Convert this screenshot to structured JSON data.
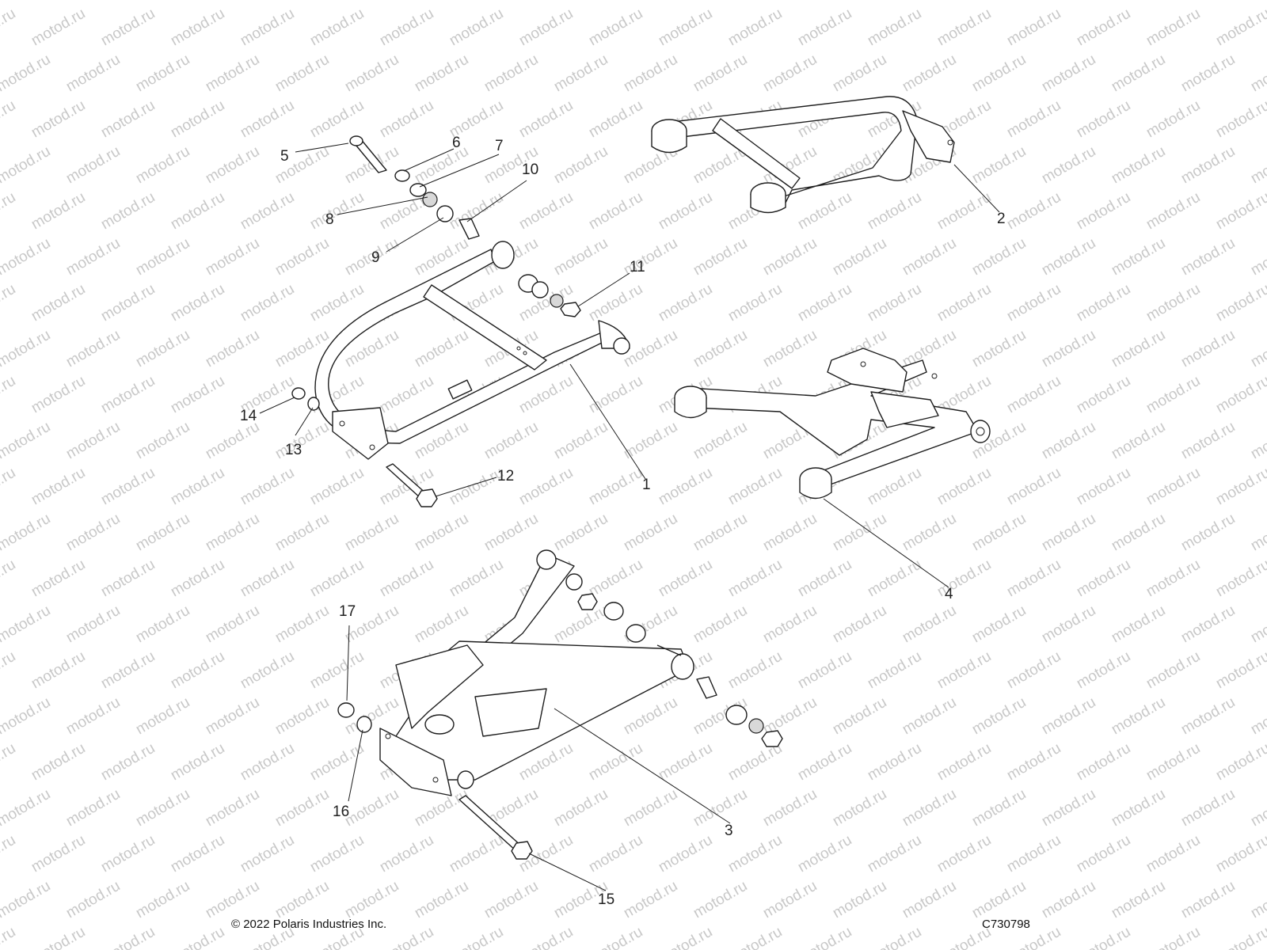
{
  "watermark": "motod.ru",
  "callouts": [
    "1",
    "2",
    "3",
    "4",
    "5",
    "6",
    "7",
    "8",
    "9",
    "10",
    "11",
    "12",
    "13",
    "14",
    "15",
    "16",
    "17"
  ],
  "footer": {
    "copyright": "© 2022 Polaris Industries Inc.",
    "code": "C730798"
  }
}
